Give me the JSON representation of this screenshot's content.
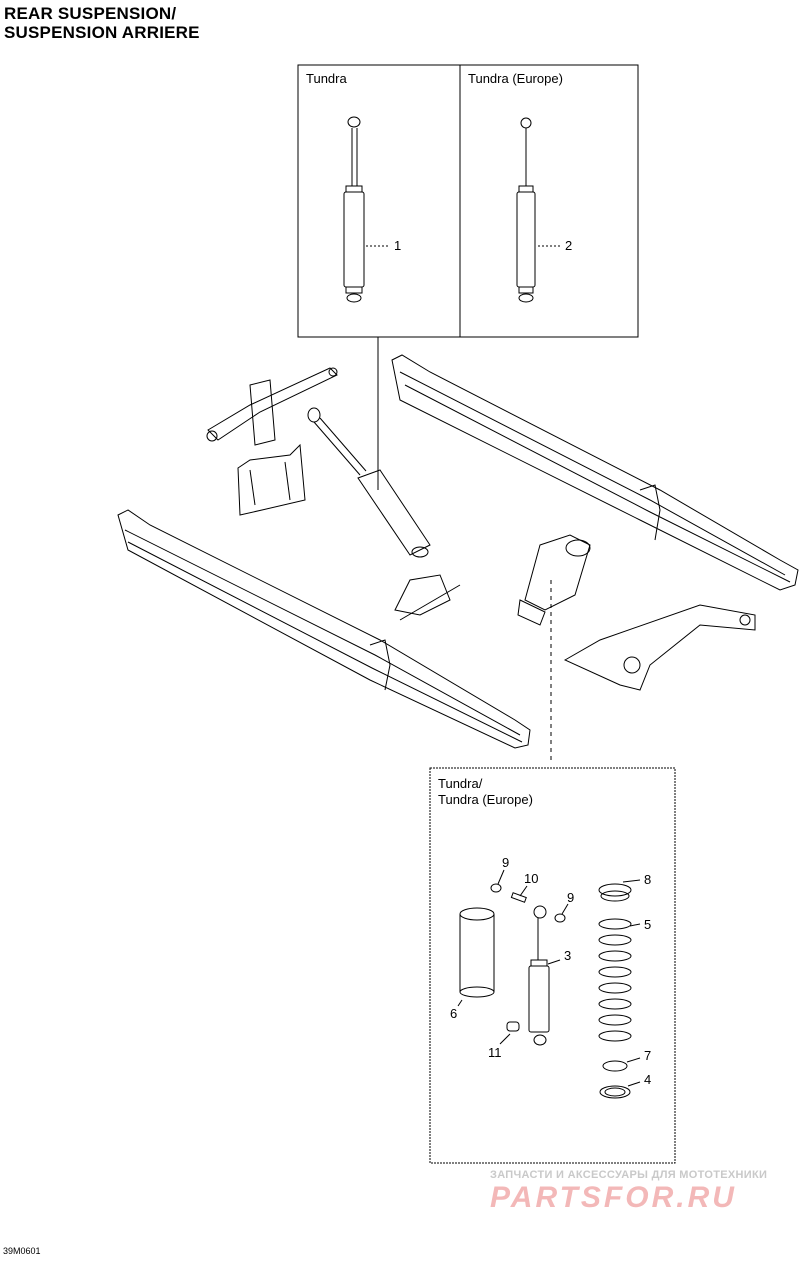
{
  "title": {
    "line1": "REAR SUSPENSION/",
    "line2": "SUSPENSION ARRIERE"
  },
  "top_box": {
    "left_label": "Tundra",
    "right_label": "Tundra (Europe)"
  },
  "bottom_box": {
    "label_line1": "Tundra/",
    "label_line2": "Tundra (Europe)"
  },
  "callouts": [
    "1",
    "2",
    "3",
    "4",
    "5",
    "6",
    "7",
    "8",
    "9",
    "9",
    "10",
    "11"
  ],
  "diagram_code": "39M0601",
  "watermark": {
    "line1": "ЗАПЧАСТИ И АКСЕССУАРЫ ДЛЯ МОТОТЕХНИКИ",
    "line2": "PARTSFOR.RU"
  }
}
